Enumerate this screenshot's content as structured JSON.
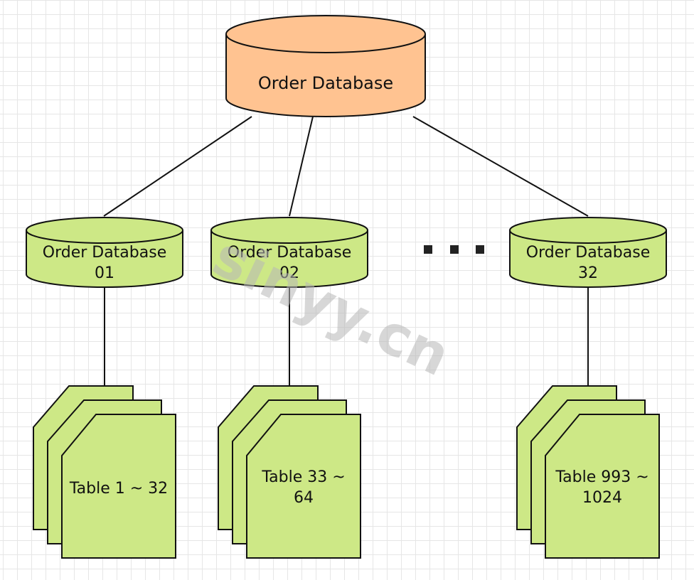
{
  "root_db": {
    "label": "Order Database",
    "color": "#ffc391"
  },
  "shard_dbs": [
    {
      "label_line1": "Order Database",
      "label_line2": "01"
    },
    {
      "label_line1": "Order Database",
      "label_line2": "02"
    },
    {
      "label_line1": "Order Database",
      "label_line2": "32"
    }
  ],
  "table_groups": [
    {
      "line1": "Table 1 ~ 32",
      "line2": ""
    },
    {
      "line1": "Table 33 ~",
      "line2": "64"
    },
    {
      "line1": "Table 993 ~",
      "line2": "1024"
    }
  ],
  "ellipsis": "...",
  "watermark": "sinyy.cn",
  "colors": {
    "shard_fill": "#cde886",
    "table_fill": "#cde886",
    "stroke": "#111111"
  }
}
